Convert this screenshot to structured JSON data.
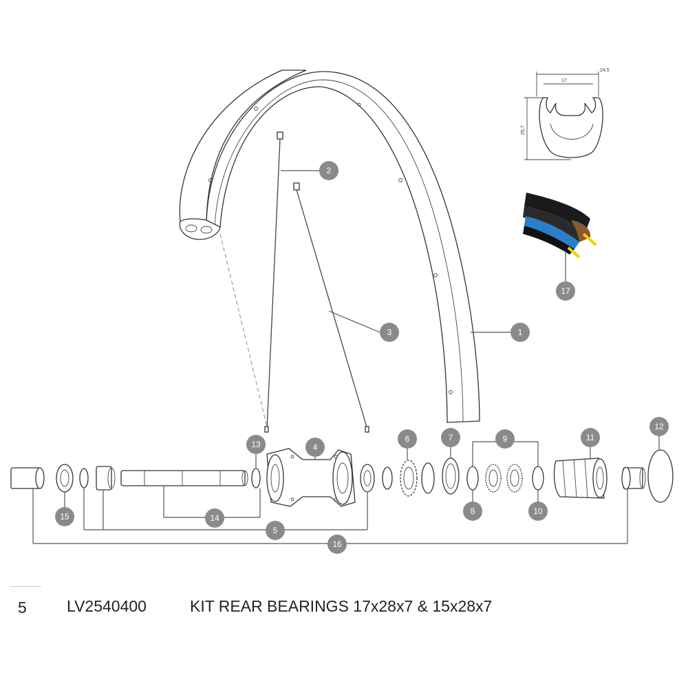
{
  "callouts": [
    {
      "id": "c1",
      "label": "1"
    },
    {
      "id": "c2",
      "label": "2"
    },
    {
      "id": "c3",
      "label": "3"
    },
    {
      "id": "c4",
      "label": "4"
    },
    {
      "id": "c5",
      "label": "5"
    },
    {
      "id": "c6",
      "label": "6"
    },
    {
      "id": "c7",
      "label": "7"
    },
    {
      "id": "c8",
      "label": "8"
    },
    {
      "id": "c9",
      "label": "9"
    },
    {
      "id": "c10",
      "label": "10"
    },
    {
      "id": "c11",
      "label": "11"
    },
    {
      "id": "c12",
      "label": "12"
    },
    {
      "id": "c13",
      "label": "13"
    },
    {
      "id": "c14",
      "label": "14"
    },
    {
      "id": "c15",
      "label": "15"
    },
    {
      "id": "c16",
      "label": "16"
    },
    {
      "id": "c17",
      "label": "17"
    }
  ],
  "rim_profile": {
    "inner_width": "17",
    "outer_width": "24,5",
    "height": "25,7"
  },
  "caption": {
    "number": "5",
    "reference": "LV2540400",
    "description": "KIT REAR BEARINGS 17x28x7 & 15x28x7"
  },
  "colors": {
    "callout_fill": "#8a8a8a",
    "line": "#555555",
    "tire_black": "#1a1a1a",
    "tire_brown": "#8b5a2b",
    "tire_blue": "#2a7fc9",
    "valve_yellow": "#e8d400"
  }
}
